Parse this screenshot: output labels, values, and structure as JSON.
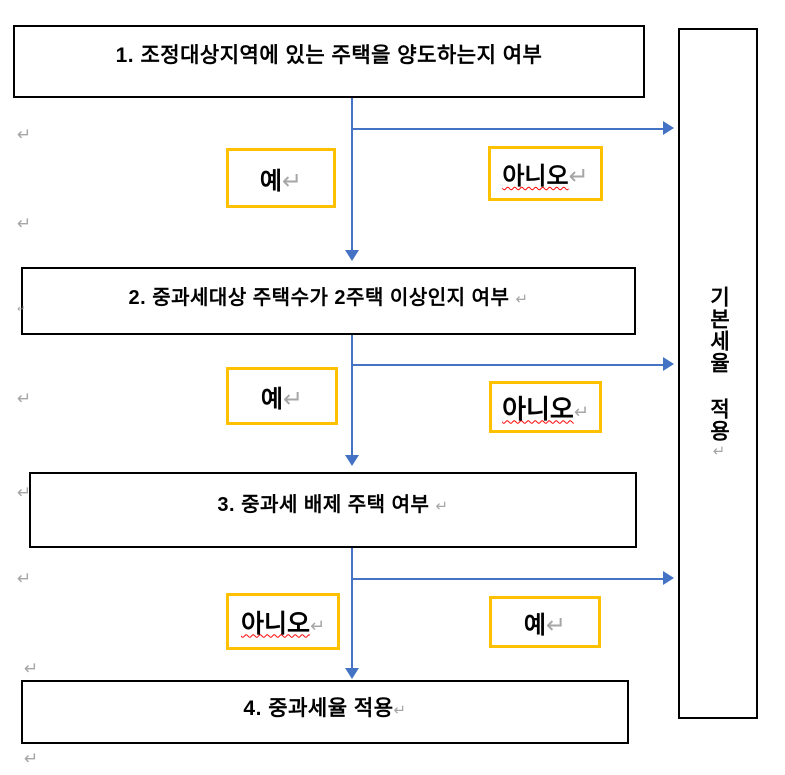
{
  "document": {
    "type": "flowchart",
    "language": "ko",
    "paragraph_mark": "↵"
  },
  "colors": {
    "box_border": "#000000",
    "answer_border": "#ffc000",
    "connector": "#4472c4",
    "text": "#000000",
    "pilcrow": "#a6a6a6",
    "spellcheck_underline": "#ff0000",
    "background": "#ffffff"
  },
  "steps": [
    {
      "id": "step-1",
      "label": "1. 조정대상지역에 있는 주택을 양도하는지 여부"
    },
    {
      "id": "step-2",
      "label": "2. 중과세대상 주택수가 2주택 이상인지 여부"
    },
    {
      "id": "step-3",
      "label": "3. 중과세 배제 주택 여부"
    },
    {
      "id": "step-4",
      "label": "4. 중과세율 적용"
    }
  ],
  "answers": [
    {
      "id": "answer-yes-1",
      "label": "예",
      "branch": "yes",
      "row": 1,
      "side": "left",
      "misspelled": false
    },
    {
      "id": "answer-no-1",
      "label": "아니오",
      "branch": "no",
      "row": 1,
      "side": "right",
      "misspelled": true
    },
    {
      "id": "answer-yes-2",
      "label": "예",
      "branch": "yes",
      "row": 2,
      "side": "left",
      "misspelled": false
    },
    {
      "id": "answer-no-2",
      "label": "아니오",
      "branch": "no",
      "row": 2,
      "side": "right",
      "misspelled": true
    },
    {
      "id": "answer-no-3",
      "label": "아니오",
      "branch": "no",
      "row": 3,
      "side": "left",
      "misspelled": true
    },
    {
      "id": "answer-yes-3",
      "label": "예",
      "branch": "yes",
      "row": 3,
      "side": "right",
      "misspelled": false
    }
  ],
  "result": {
    "id": "result-basic-rate",
    "label": "기본세율 적용",
    "orientation": "vertical"
  },
  "connectors": {
    "down_arrow_count": 3,
    "right_arrow_count": 3,
    "direction_down": "down-arrow-icon",
    "direction_right": "right-arrow-icon"
  },
  "marks": {
    "symbol": "↵",
    "count": 8
  }
}
